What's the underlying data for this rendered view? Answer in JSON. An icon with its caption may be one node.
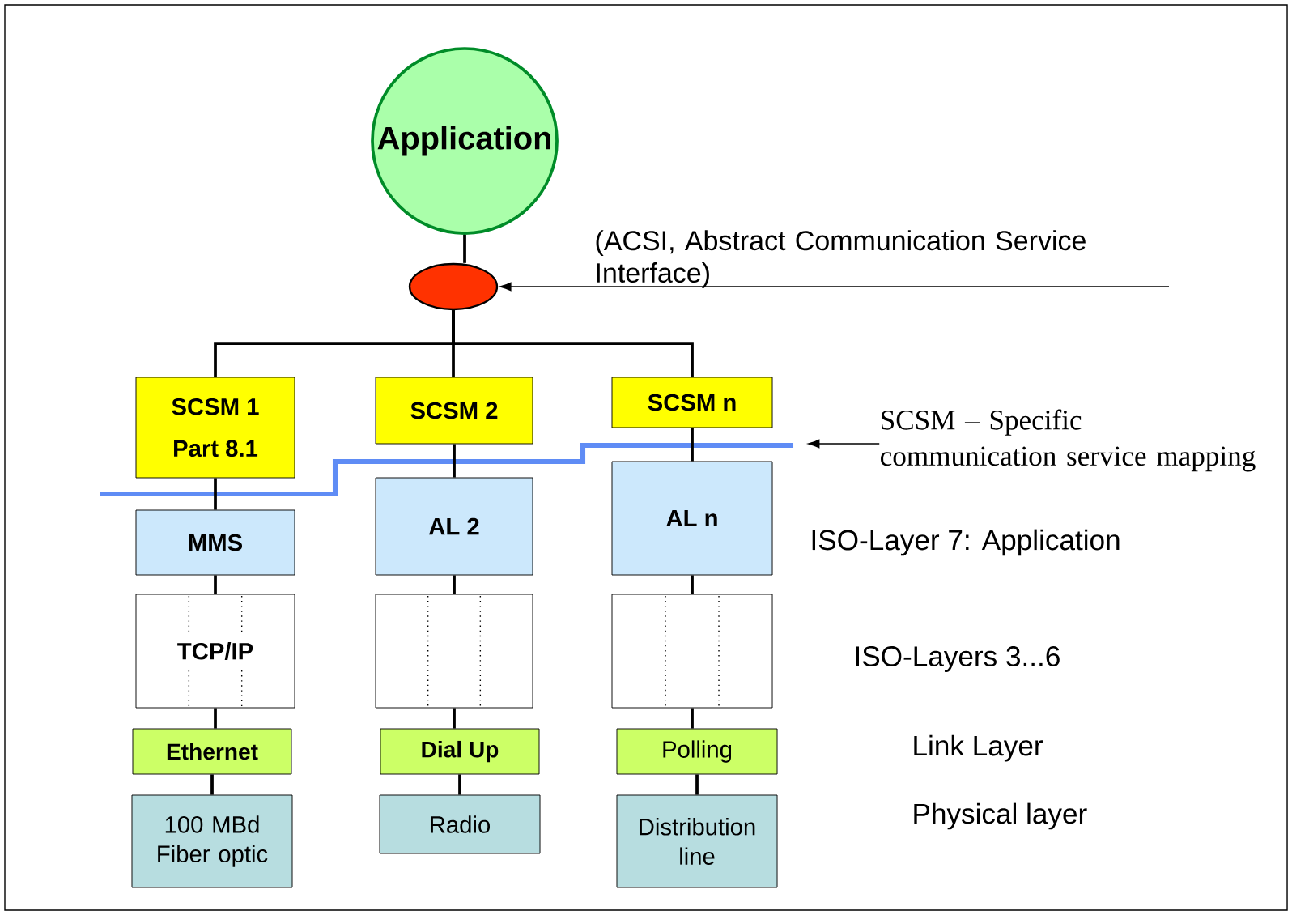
{
  "diagram": {
    "nodes": [
      {
        "text": [
          "Application"
        ]
      },
      {
        "text": [],
        "shape": "ellipse"
      },
      {
        "text": [
          "SCSM 1",
          "Part 8.1"
        ]
      },
      {
        "text": [
          "SCSM 2"
        ]
      },
      {
        "text": [
          "SCSM n"
        ]
      },
      {
        "text": [
          "MMS"
        ]
      },
      {
        "text": [
          "AL 2"
        ]
      },
      {
        "text": [
          "AL n"
        ]
      },
      {
        "text": [
          "TCP/IP"
        ]
      },
      {
        "text": [],
        "shape": "box"
      },
      {
        "text": [],
        "shape": "box"
      },
      {
        "text": [
          "Ethernet"
        ]
      },
      {
        "text": [
          "Dial Up"
        ]
      },
      {
        "text": [
          "Polling"
        ]
      },
      {
        "text": [
          "100 MBd Fiber optic"
        ]
      },
      {
        "text": [
          "Radio"
        ]
      },
      {
        "text": [
          "Distribution line"
        ]
      },
      {
        "text": [
          "SCSM – Specific communication service mapping"
        ]
      }
    ],
    "edges": [
      {
        "from": 0,
        "to": 1,
        "arrow": "none"
      },
      {
        "from": 1,
        "to": 2,
        "arrow": "none"
      },
      {
        "from": 1,
        "to": 3,
        "arrow": "none"
      },
      {
        "from": 1,
        "to": 4,
        "arrow": "none"
      },
      {
        "from": 2,
        "to": 5,
        "arrow": "none"
      },
      {
        "from": 3,
        "to": 6,
        "arrow": "none"
      },
      {
        "from": 4,
        "to": 7,
        "arrow": "none"
      },
      {
        "from": 5,
        "to": 8,
        "arrow": "none"
      },
      {
        "from": 6,
        "to": 9,
        "arrow": "none"
      },
      {
        "from": 7,
        "to": 10,
        "arrow": "none"
      },
      {
        "from": 8,
        "to": 11,
        "arrow": "none"
      },
      {
        "from": 9,
        "to": 12,
        "arrow": "none"
      },
      {
        "from": 10,
        "to": 13,
        "arrow": "none"
      },
      {
        "from": 11,
        "to": 14,
        "arrow": "none"
      },
      {
        "from": 12,
        "to": 15,
        "arrow": "none"
      },
      {
        "from": 13,
        "to": 16,
        "arrow": "none"
      },
      {
        "from": null,
        "to": 1,
        "arrow": "to"
      },
      {
        "from": 17,
        "to": null,
        "arrow": "to"
      }
    ],
    "labels": [
      "(ACSI, Abstract Communication Service Interface)",
      "ISO-Layer 7: Application",
      "ISO-Layers 3...6",
      "Link Layer",
      "Physical layer"
    ]
  }
}
